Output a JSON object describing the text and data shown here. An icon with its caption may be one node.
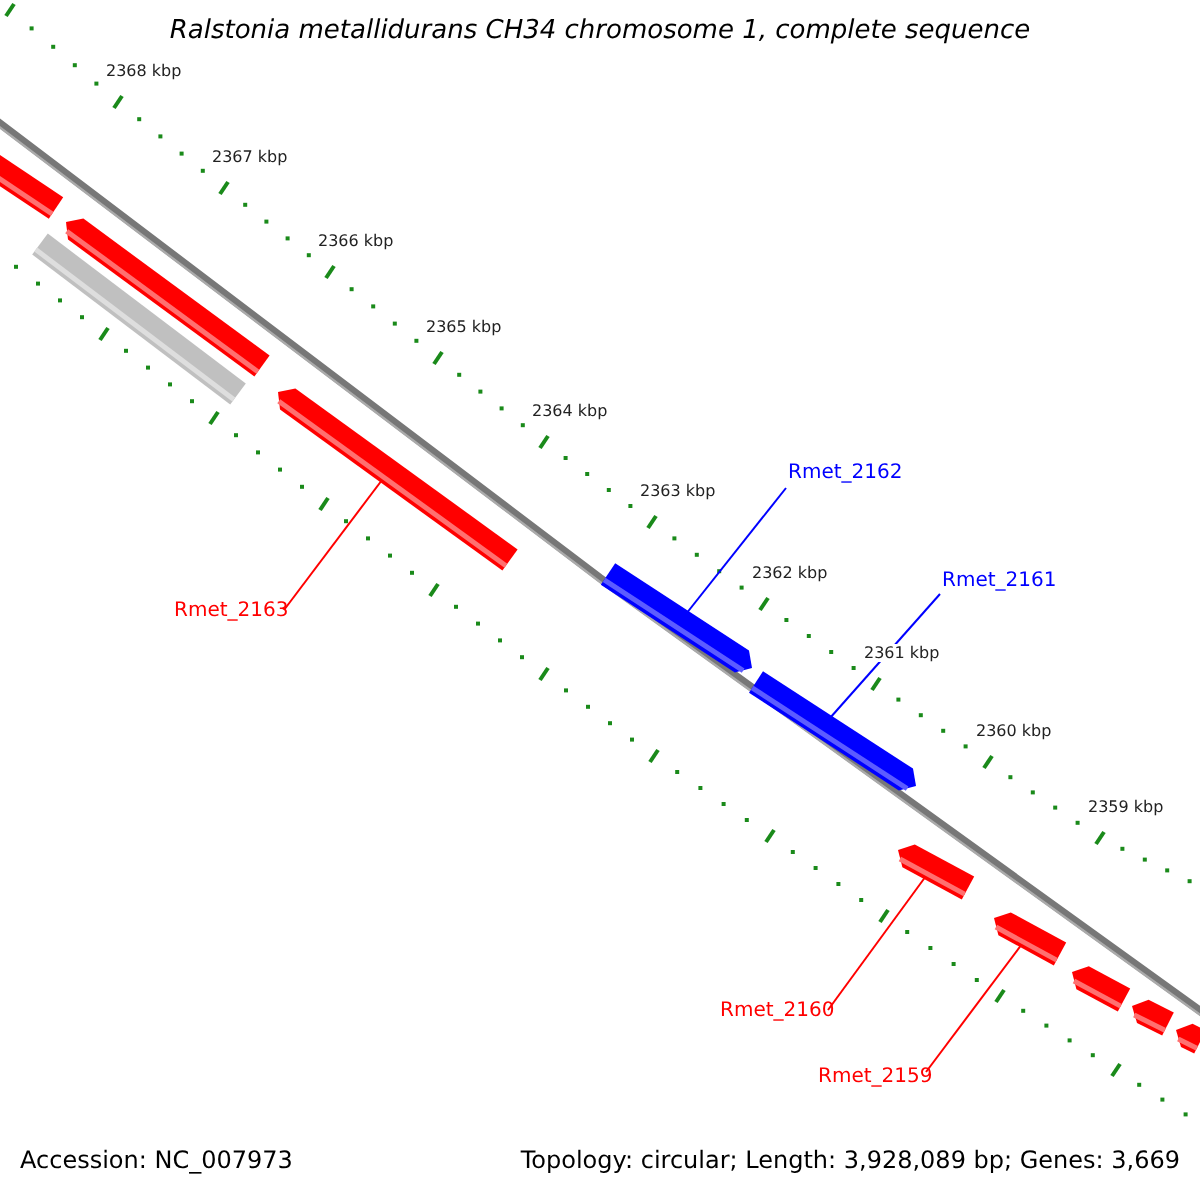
{
  "diagram": {
    "title": "Ralstonia metallidurans CH34 chromosome 1, complete sequence",
    "nodes": [
      {
        "text": [
          "Rmet_2162"
        ]
      },
      {
        "text": [],
        "shape": "arrow"
      },
      {
        "text": [
          "Rmet_2161"
        ]
      },
      {
        "text": [],
        "shape": "arrow"
      },
      {
        "text": [
          "Rmet_2163"
        ]
      },
      {
        "text": [],
        "shape": "arrow"
      },
      {
        "text": [
          "Rmet_2160"
        ]
      },
      {
        "text": [],
        "shape": "arrow"
      },
      {
        "text": [
          "Rmet_2159"
        ]
      },
      {
        "text": [],
        "shape": "arrow"
      },
      {
        "text": [],
        "shape": "arrow"
      },
      {
        "text": [],
        "shape": "arrow"
      },
      {
        "text": [],
        "shape": "bar"
      },
      {
        "text": [],
        "shape": "arrow"
      },
      {
        "text": [],
        "shape": "arrow"
      },
      {
        "text": [],
        "shape": "arrow"
      }
    ],
    "edges": [
      {
        "from": 0,
        "to": 1,
        "arrow": "none",
        "color": "#0000ff"
      },
      {
        "from": 2,
        "to": 3,
        "arrow": "none",
        "color": "#0000ff"
      },
      {
        "from": 4,
        "to": 5,
        "arrow": "none",
        "color": "#ff0000"
      },
      {
        "from": 6,
        "to": 7,
        "arrow": "none",
        "color": "#ff0000"
      },
      {
        "from": 8,
        "to": 9,
        "arrow": "none",
        "color": "#ff0000"
      }
    ],
    "labels": [
      "2368 kbp",
      "2367 kbp",
      "2366 kbp",
      "2365 kbp",
      "2364 kbp",
      "2363 kbp",
      "2362 kbp",
      "2361 kbp",
      "2360 kbp",
      "2359 kbp",
      "Accession: NC_007973",
      "Topology: circular; Length: 3,928,089 bp; Genes: 3,669"
    ]
  }
}
